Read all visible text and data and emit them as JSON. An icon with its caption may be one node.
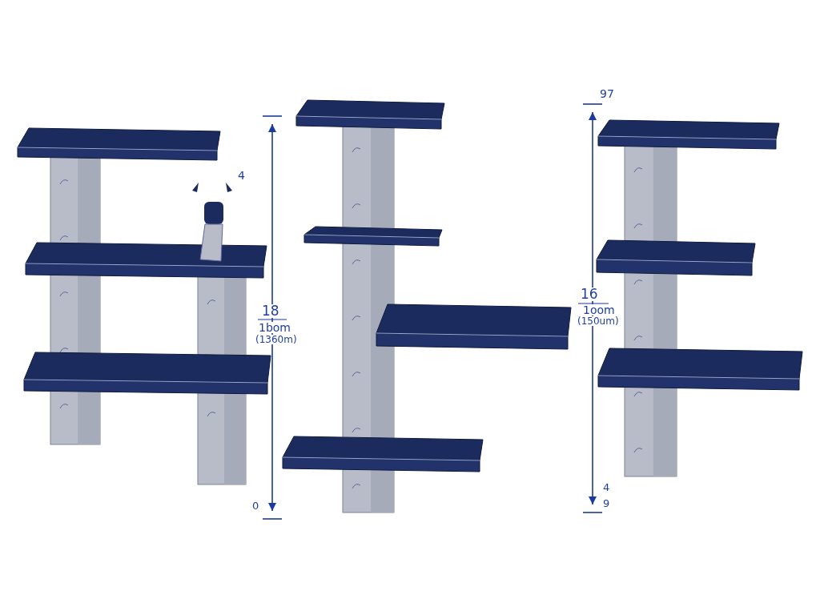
{
  "diagram": {
    "labels": [
      "4",
      "18",
      "1bom",
      "(1360m)",
      "0",
      "97",
      "16",
      "1oom",
      "(150um)",
      "4",
      "9"
    ]
  }
}
